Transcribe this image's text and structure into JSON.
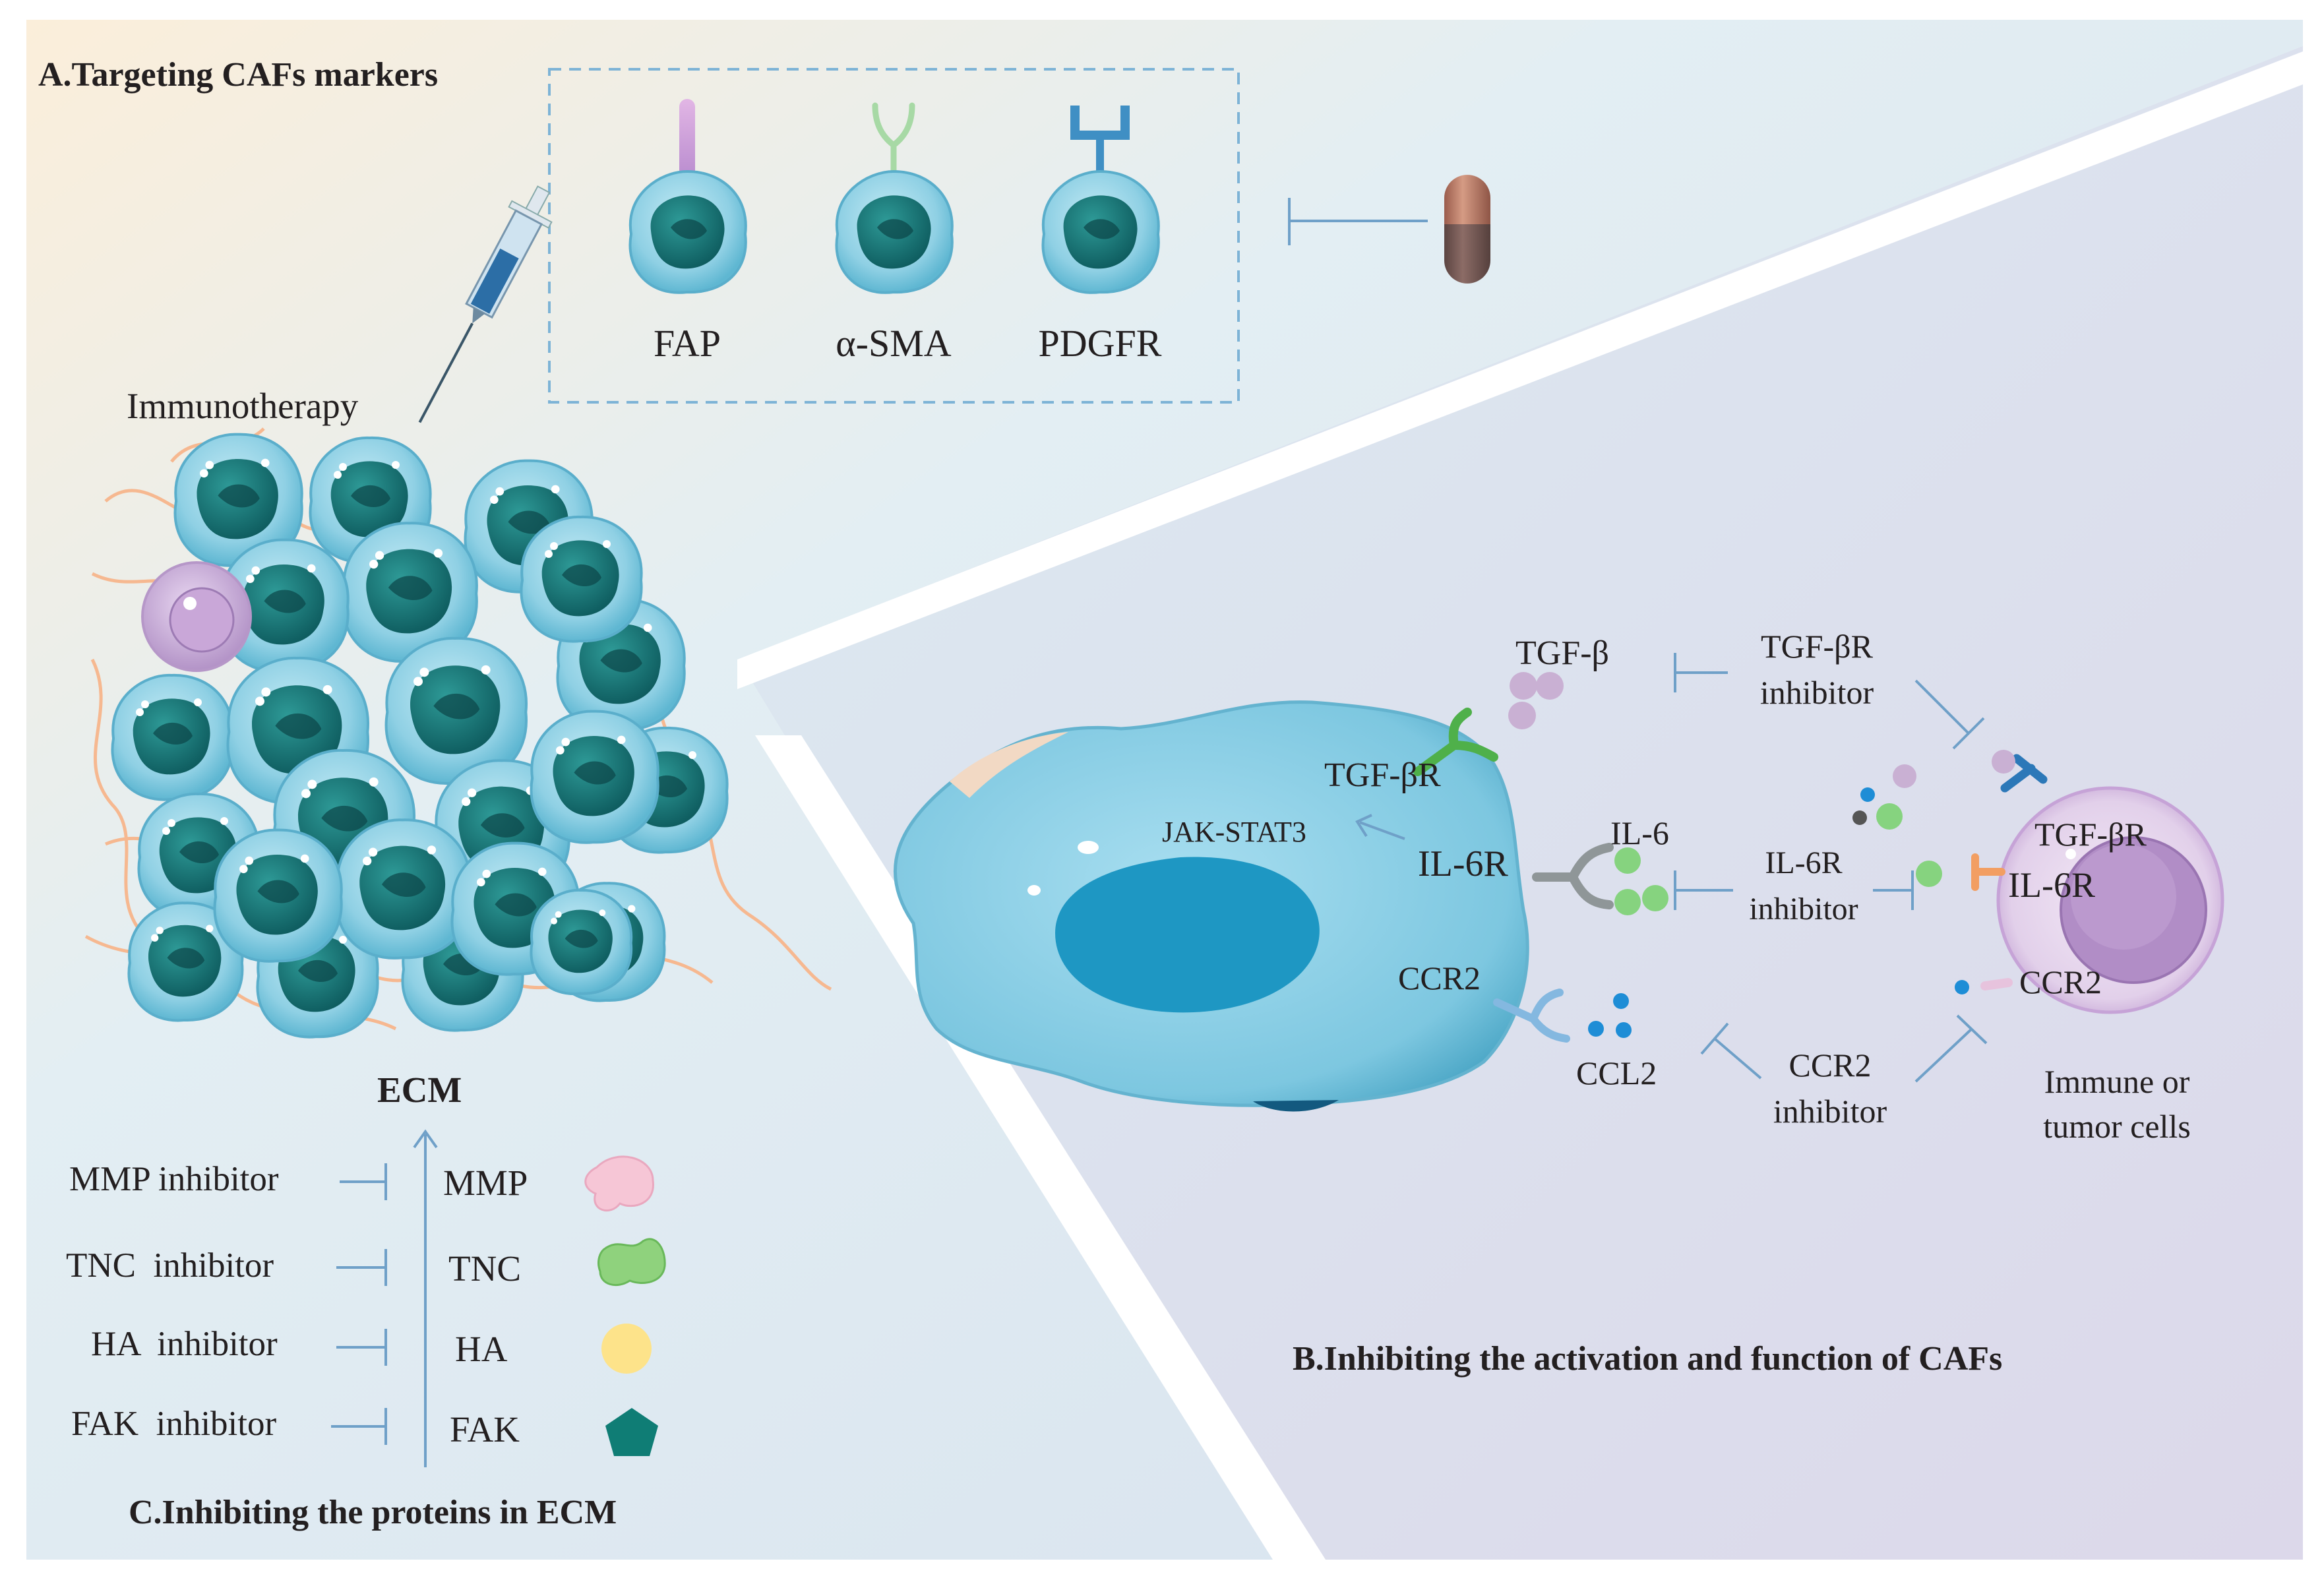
{
  "panels": {
    "a": {
      "title": "A.Targeting CAFs markers",
      "markers": [
        "FAP",
        "α-SMA",
        "PDGFR"
      ]
    },
    "b": {
      "title": "B.Inhibiting the activation and function of CAFs",
      "labels": {
        "tgf_b": "TGF-β",
        "tgf_br_inhibitor": [
          "TGF-βR",
          "inhibitor"
        ],
        "tgf_br_caf": "TGF-βR",
        "jak_stat3": "JAK-STAT3",
        "il6r_caf": "IL-6R",
        "il6": "IL-6",
        "il6r_inhibitor": [
          "IL-6R",
          "inhibitor"
        ],
        "tgf_br_immune": "TGF-βR",
        "il6r_immune": "IL-6R",
        "ccr2_caf": "CCR2",
        "ccl2": "CCL2",
        "ccr2_inhibitor": [
          "CCR2",
          "inhibitor"
        ],
        "ccr2_immune": "CCR2",
        "immune_cells": [
          "Immune or",
          "tumor cells"
        ]
      }
    },
    "c": {
      "title": "C.Inhibiting the proteins in ECM",
      "ecm": "ECM",
      "immunotherapy": "Immunotherapy",
      "rows": [
        {
          "inhibitor": "MMP inhibitor",
          "protein": "MMP",
          "icon": "mmp-icon",
          "color": "#f4c3d3"
        },
        {
          "inhibitor": "TNC  inhibitor",
          "protein": "TNC",
          "icon": "tnc-icon",
          "color": "#8fd27d"
        },
        {
          "inhibitor": "HA  inhibitor",
          "protein": "HA",
          "icon": "ha-icon",
          "color": "#fde38a"
        },
        {
          "inhibitor": "FAK  inhibitor",
          "protein": "FAK",
          "icon": "fak-icon",
          "color": "#0f7d75"
        }
      ]
    }
  },
  "colors": {
    "cell_light": "#a9dcec",
    "cell_mid": "#7cc7de",
    "nucleus": "#1d7d83",
    "nucleus_dark": "#0f5458",
    "inhibit_line": "#6fa0c8",
    "fiber": "#f6b890",
    "purple_cell": "#c9aed9",
    "tgf_ligand": "#c9b0d3",
    "il6_ligand": "#86d37f",
    "ccl2_ligand": "#1e8dd6",
    "capsule_top": "#c27a64",
    "capsule_bottom": "#7a5a55"
  }
}
